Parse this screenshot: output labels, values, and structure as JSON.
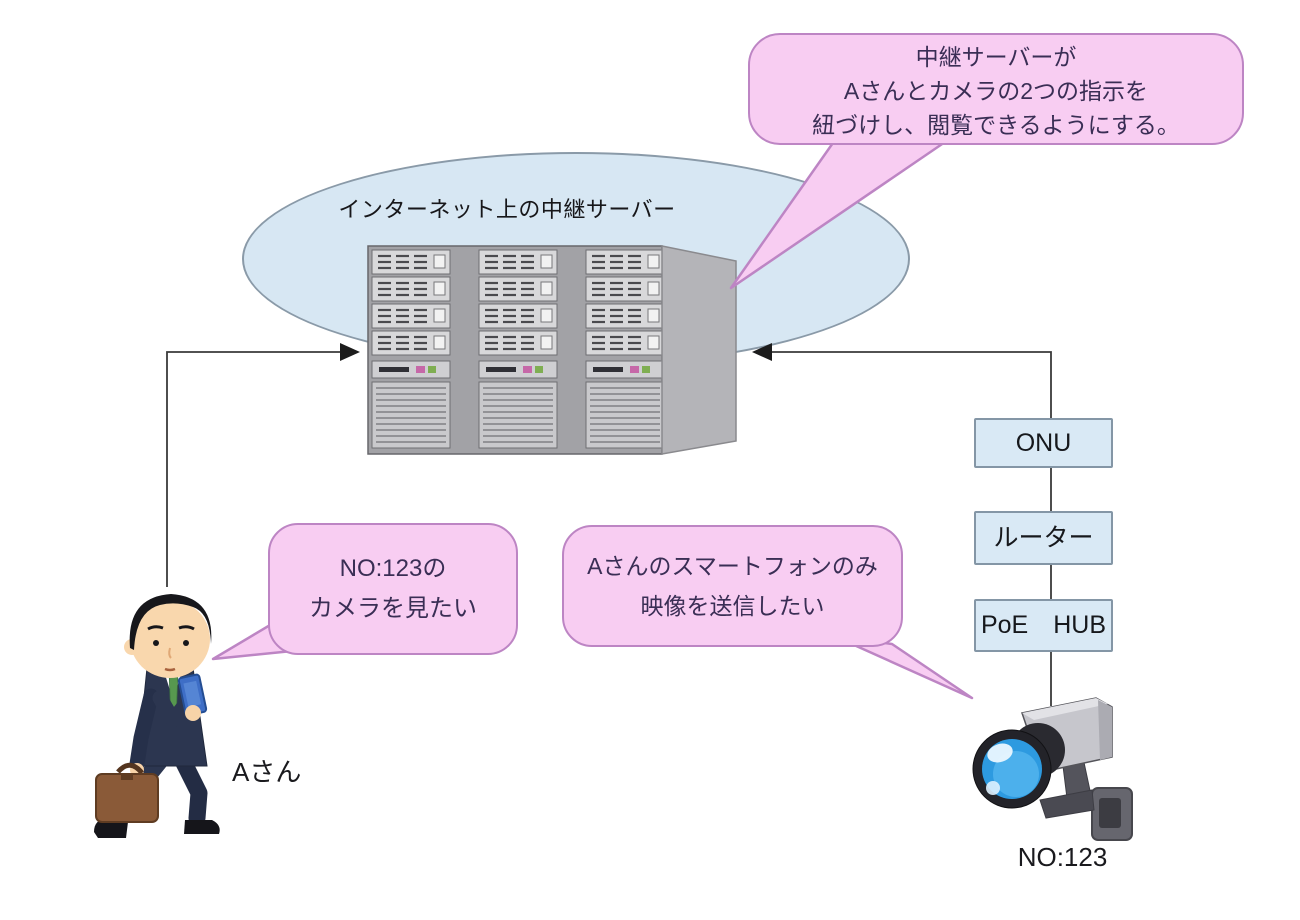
{
  "cloud": {
    "label": "インターネット上の中継サーバー"
  },
  "bubbles": {
    "top": {
      "line1": "中継サーバーが",
      "line2": "Aさんとカメラの2つの指示を",
      "line3": "紐づけし、閲覧できるようにする。"
    },
    "left": {
      "line1": "NO:123の",
      "line2": "カメラを見たい"
    },
    "middle": {
      "line1": "Aさんのスマートフォンのみ",
      "line2": "映像を送信したい"
    }
  },
  "devices": {
    "onu": "ONU",
    "router": "ルーター",
    "poe_hub": "PoE　HUB"
  },
  "labels": {
    "person": "Aさん",
    "camera": "NO:123"
  },
  "icons": {
    "server": "server-rack-icon",
    "camera": "security-camera-icon",
    "person": "businessman-walking-icon"
  },
  "colors": {
    "bubble_fill": "#f8cdf2",
    "bubble_border": "#bd85c4",
    "bubble_text": "#3a2e55",
    "cloud_fill": "#d7e7f3",
    "cloud_border": "#8a9aa8",
    "box_fill": "#d9e9f5",
    "box_border": "#8496a6",
    "line": "#3a3a3a",
    "text": "#1a1a1e",
    "lens_blue": "#2d9ae0",
    "suit_navy": "#2c3650",
    "briefcase_brown": "#8a5a38"
  }
}
